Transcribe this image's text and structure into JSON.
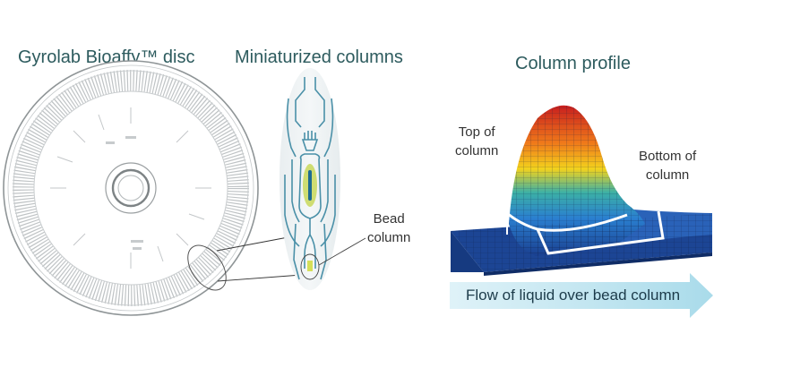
{
  "panels": {
    "disc": {
      "title": "Gyrolab Bioaffy™ disc"
    },
    "columns": {
      "title": "Miniaturized columns",
      "bead_label_line1": "Bead",
      "bead_label_line2": "column"
    },
    "profile": {
      "title": "Column profile",
      "top_label_line1": "Top of",
      "top_label_line2": "column",
      "bottom_label_line1": "Bottom of",
      "bottom_label_line2": "column",
      "flow_label": "Flow of liquid over bead column"
    }
  },
  "colors": {
    "title": "#2d5b5e",
    "column_outline": "#4a90a8",
    "bead_fill": "#c8d85a",
    "flow_arrow": "#bfe3ee",
    "surface_base": "#1a3f8f",
    "surface_peak": "#d12a1f"
  }
}
